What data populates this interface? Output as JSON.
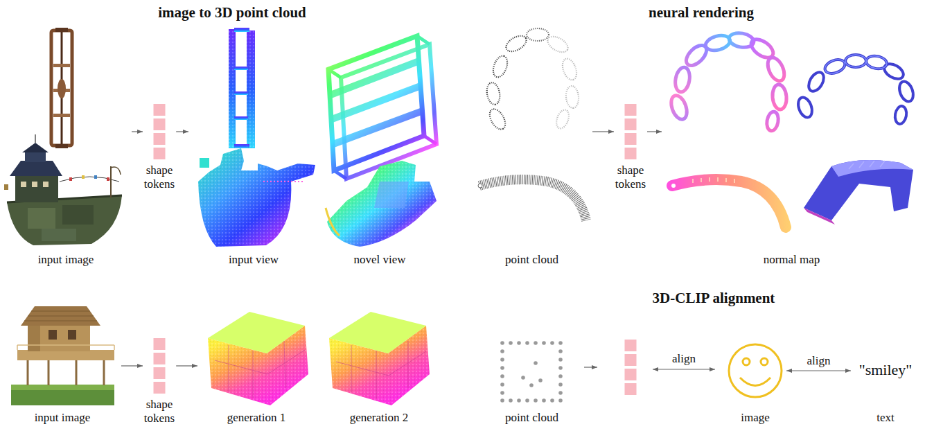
{
  "diagram": {
    "nodes": [
      {
        "text": [
          "input image"
        ]
      },
      {
        "text": [
          "shape tokens"
        ]
      },
      {
        "text": [
          "input view"
        ]
      },
      {
        "text": [
          "novel view"
        ]
      },
      {
        "text": [
          "point cloud"
        ]
      },
      {
        "text": [
          "shape tokens"
        ]
      },
      {
        "text": [
          "normal map"
        ]
      },
      {
        "text": [
          "input image"
        ]
      },
      {
        "text": [
          "shape tokens"
        ]
      },
      {
        "text": [
          "generation 1"
        ]
      },
      {
        "text": [
          "generation 2"
        ]
      },
      {
        "text": [
          "point cloud"
        ]
      },
      {
        "text": [
          "image"
        ]
      },
      {
        "text": [
          "\"smiley\"",
          "text"
        ]
      }
    ],
    "edges": [
      {
        "from": 0,
        "to": 1,
        "arrow": "to"
      },
      {
        "from": 1,
        "to": 2,
        "arrow": "to"
      },
      {
        "from": 4,
        "to": 5,
        "arrow": "to"
      },
      {
        "from": 5,
        "to": 6,
        "arrow": "to"
      },
      {
        "from": 7,
        "to": 8,
        "arrow": "to"
      },
      {
        "from": 8,
        "to": 9,
        "arrow": "to"
      },
      {
        "from": 12,
        "to": 13,
        "label": "align",
        "arrow": "both"
      }
    ],
    "labels": [
      "image to 3D point cloud",
      "neural rendering",
      "3D-CLIP alignment",
      "align"
    ]
  }
}
